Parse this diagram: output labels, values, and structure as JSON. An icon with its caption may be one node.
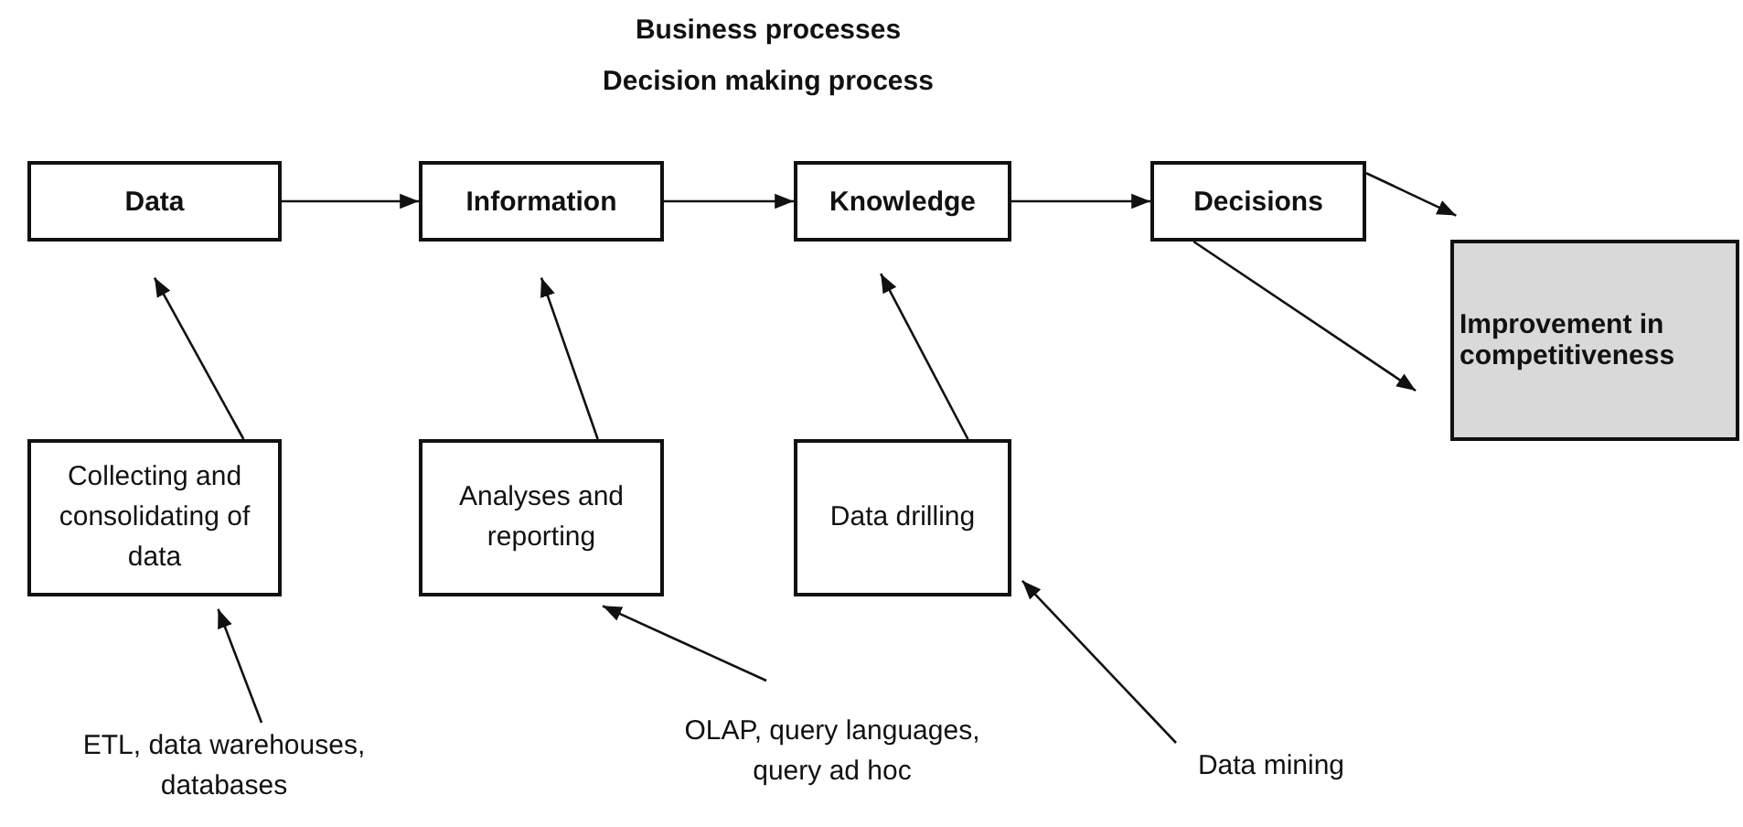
{
  "diagram": {
    "nodes": [
      {
        "text": [
          "Data"
        ]
      },
      {
        "text": [
          "Information"
        ]
      },
      {
        "text": [
          "Knowledge"
        ]
      },
      {
        "text": [
          "Decisions"
        ]
      },
      {
        "text": [
          "Improvement in competitiveness"
        ]
      },
      {
        "text": [
          "Collecting and consolidating of data"
        ]
      },
      {
        "text": [
          "Analyses and reporting"
        ]
      },
      {
        "text": [
          "Data drilling"
        ]
      },
      {
        "text": [
          "ETL, data warehouses, databases"
        ]
      },
      {
        "text": [
          "OLAP, query languages, query ad hoc"
        ]
      },
      {
        "text": [
          "Data mining"
        ]
      }
    ],
    "edges": [
      {
        "from": 0,
        "to": 1,
        "arrow": "to"
      },
      {
        "from": 1,
        "to": 2,
        "arrow": "to"
      },
      {
        "from": 2,
        "to": 3,
        "arrow": "to"
      },
      {
        "from": 3,
        "to": 4,
        "arrow": "to"
      },
      {
        "from": 3,
        "to": 4,
        "arrow": "to"
      },
      {
        "from": 5,
        "to": 0,
        "arrow": "to"
      },
      {
        "from": 6,
        "to": 1,
        "arrow": "to"
      },
      {
        "from": 7,
        "to": 2,
        "arrow": "to"
      },
      {
        "from": 8,
        "to": 5,
        "arrow": "to"
      },
      {
        "from": 9,
        "to": 6,
        "arrow": "to"
      },
      {
        "from": 10,
        "to": 7,
        "arrow": "to"
      }
    ],
    "labels": [
      "Business processes",
      "Decision making process"
    ]
  }
}
